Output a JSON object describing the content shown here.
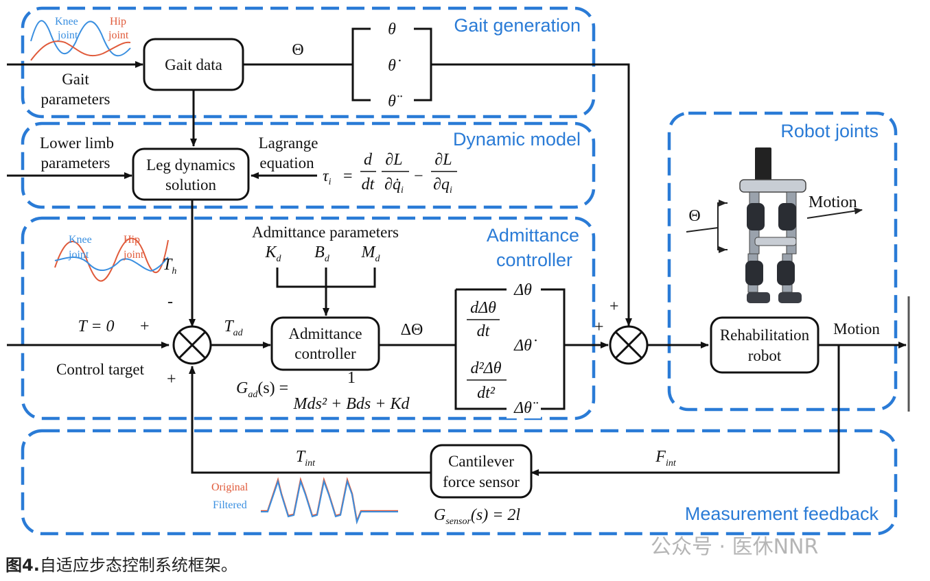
{
  "sections": {
    "gait_generation": "Gait generation",
    "dynamic_model": "Dynamic model",
    "admittance_controller_l1": "Admittance",
    "admittance_controller_l2": "controller",
    "robot_joints": "Robot joints",
    "measurement_feedback": "Measurement feedback"
  },
  "blocks": {
    "gait_data": "Gait data",
    "leg_dyn_l1": "Leg dynamics",
    "leg_dyn_l2": "solution",
    "adm_ctrl_l1": "Admittance",
    "adm_ctrl_l2": "controller",
    "rehab_l1": "Rehabilitation",
    "rehab_l2": "robot",
    "sensor_l1": "Cantilever",
    "sensor_l2": "force sensor"
  },
  "labels": {
    "gait_params_l1": "Gait",
    "gait_params_l2": "parameters",
    "lower_limb_l1": "Lower limb",
    "lower_limb_l2": "parameters",
    "lagrange_l1": "Lagrange",
    "lagrange_l2": "equation",
    "admittance_params": "Admittance parameters",
    "control_target": "Control target",
    "t_zero": "T = 0",
    "motion_out": "Motion",
    "motion_arrow": "Motion",
    "theta_big": "Θ",
    "theta_robot": "Θ",
    "delta_theta_big": "ΔΘ",
    "plus": "+",
    "minus": "-",
    "theta": "θ",
    "theta_dot": "θ̇",
    "theta_ddot": "θ̈",
    "d_theta": "Δθ",
    "d_theta_dot": "Δθ̇",
    "d_theta_ddot": "Δθ̈",
    "frac1_num": "dΔθ",
    "frac1_den": "dt",
    "frac2_num": "d²Δθ",
    "frac2_den": "dt²",
    "kd": "K",
    "bd": "B",
    "md": "M",
    "sub_d": "d",
    "th": "T",
    "th_sub": "h",
    "tad": "T",
    "tad_sub": "ad",
    "tint": "T",
    "tint_sub": "int",
    "fint": "F",
    "fint_sub": "int"
  },
  "equations": {
    "lagrange": "τi = d/dt ∂L/∂q̇i − ∂L/∂qi",
    "tau": "τ",
    "tau_sub": "i",
    "eq": "=",
    "d": "d",
    "dt": "dt",
    "dL": "∂L",
    "dqdot": "∂q̇",
    "dq": "∂q",
    "q_sub": "i",
    "minus": "−",
    "gad_lhs": "G",
    "gad_sub": "ad",
    "gad_args": "(s) =",
    "gad_num": "1",
    "gad_den": "Mds² + Bds + Kd",
    "gsensor_lhs": "G",
    "gsensor_sub": "sensor",
    "gsensor_rhs": "(s) = 2l"
  },
  "legends": {
    "knee_l1": "Knee",
    "knee_l2": "joint",
    "hip_l1": "Hip",
    "hip_l2": "joint",
    "original": "Original",
    "filtered": "Filtered"
  },
  "caption": {
    "prefix": "图4.",
    "text": "自适应步态控制系统框架。"
  },
  "watermark": "公众号 · 医休NNR",
  "colors": {
    "section_dash": "#2a7bd6",
    "knee_curve": "#3a8fe0",
    "hip_curve": "#e05a3a"
  }
}
